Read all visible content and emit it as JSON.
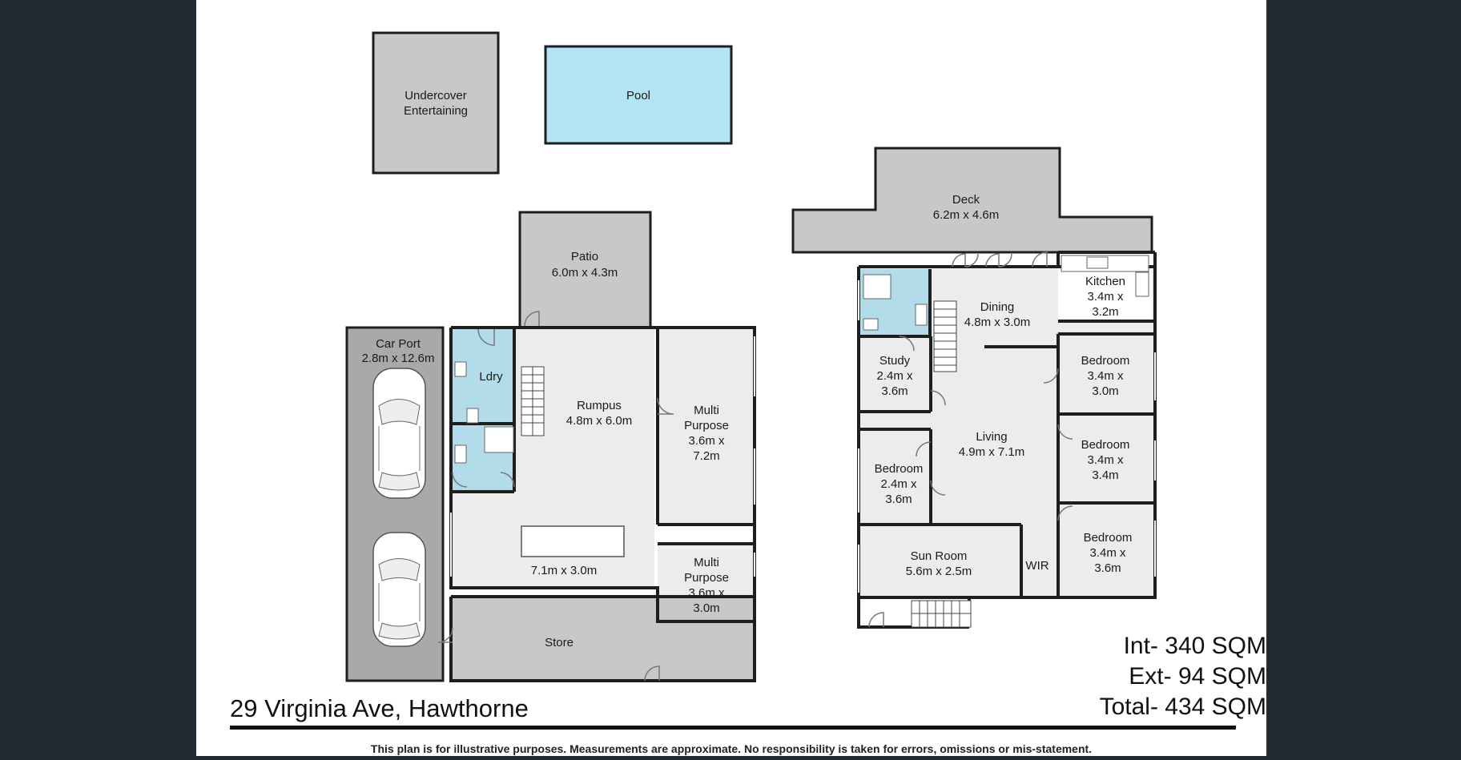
{
  "property": {
    "address": "29 Virginia Ave, Hawthorne",
    "disclaimer": "This plan is for illustrative purposes. Measurements are approximate. No responsibility is taken for errors, omissions or mis-statement."
  },
  "areas": {
    "internal": "Int- 340 SQM",
    "external": "Ext- 94 SQM",
    "total": "Total- 434 SQM"
  },
  "colors": {
    "background": "#222a33",
    "paper": "#ffffff",
    "exterior": "#c8c8c8",
    "interior": "#ececec",
    "wet_area": "#b3dcea",
    "pool": "#b3e4f5",
    "wall": "#1e1e1e"
  },
  "lower_level": {
    "undercover": {
      "line1": "Undercover",
      "line2": "Entertaining"
    },
    "pool": {
      "name": "Pool"
    },
    "patio": {
      "name": "Patio",
      "size": "6.0m x 4.3m"
    },
    "carport": {
      "name": "Car Port",
      "size": "2.8m x 12.6m"
    },
    "laundry": {
      "name": "Ldry"
    },
    "rumpus": {
      "name": "Rumpus",
      "size": "4.8m x 6.0m"
    },
    "multi_purpose_1": {
      "line1": "Multi",
      "line2": "Purpose",
      "line3": "3.6m x",
      "line4": "7.2m"
    },
    "rumpus_lower": {
      "size": "7.1m x 3.0m"
    },
    "multi_purpose_2": {
      "line1": "Multi",
      "line2": "Purpose",
      "line3": "3.6m x",
      "line4": "3.0m"
    },
    "store": {
      "name": "Store"
    }
  },
  "upper_level": {
    "deck": {
      "name": "Deck",
      "size": "6.2m x 4.6m"
    },
    "kitchen": {
      "name": "Kitchen",
      "line2": "3.4m x",
      "line3": "3.2m"
    },
    "dining": {
      "name": "Dining",
      "size": "4.8m x 3.0m"
    },
    "study": {
      "name": "Study",
      "line2": "2.4m x",
      "line3": "3.6m"
    },
    "bedroom_1": {
      "name": "Bedroom",
      "line2": "3.4m x",
      "line3": "3.0m"
    },
    "living": {
      "name": "Living",
      "size": "4.9m x 7.1m"
    },
    "bedroom_2": {
      "name": "Bedroom",
      "line2": "3.4m x",
      "line3": "3.4m"
    },
    "bedroom_3": {
      "name": "Bedroom",
      "line2": "2.4m x",
      "line3": "3.6m"
    },
    "bedroom_4": {
      "name": "Bedroom",
      "line2": "3.4m x",
      "line3": "3.6m"
    },
    "sunroom": {
      "name": "Sun Room",
      "size": "5.6m x 2.5m"
    },
    "wir": {
      "name": "WIR"
    }
  }
}
